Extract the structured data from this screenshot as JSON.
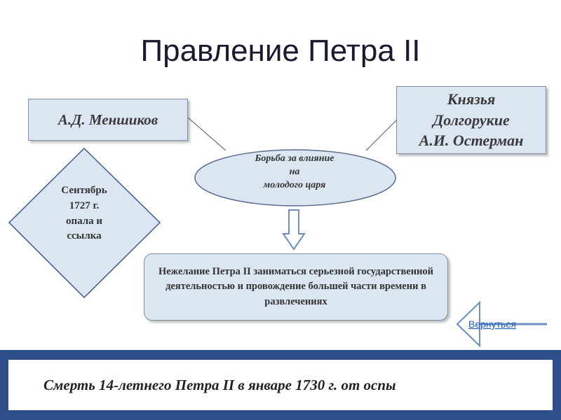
{
  "title": "Правление Петра II",
  "menshikov": "А.Д. Меншиков",
  "princes": {
    "line1": "Князья",
    "line2": "Долгорукие",
    "line3": "А.И. Остерман"
  },
  "struggle": {
    "line1": "Борьба за влияние",
    "line2": "на",
    "line3": "молодого царя"
  },
  "exile": {
    "line1": "Сентябрь",
    "line2": "1727 г.",
    "line3": "опала и",
    "line4": "ссылка"
  },
  "reason": "Нежелание Петра II заниматься серьезной государственной деятельностью и провождение большей части времени в развлечениях",
  "back_link": "Вернуться",
  "footer": "Смерть 14-летнего Петра II в январе 1730 г. от оспы",
  "colors": {
    "shape_fill": "#dce6f2",
    "shape_border": "#7f8fa6",
    "footer_frame": "#2e4f8c",
    "link": "#1f5fbf"
  }
}
